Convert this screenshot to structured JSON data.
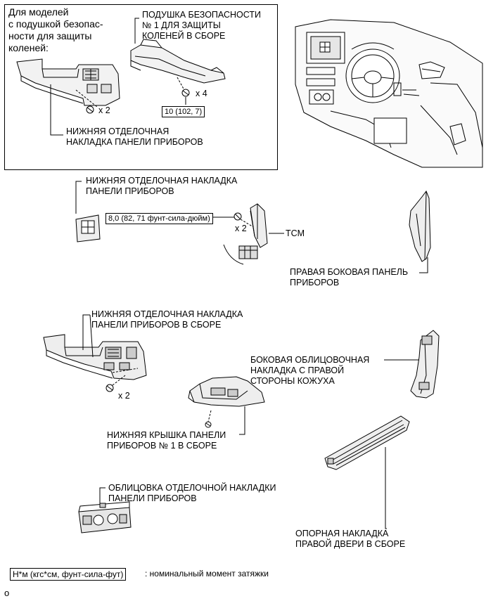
{
  "inset": {
    "models_note": [
      "Для моделей",
      "с подушкой безопас-",
      "ности для защиты",
      "коленей:"
    ],
    "airbag_label": [
      "ПОДУШКА БЕЗОПАСНОСТИ",
      "№ 1 ДЛЯ ЗАЩИТЫ",
      "КОЛЕНЕЙ В СБОРЕ"
    ],
    "qty_x4": "x 4",
    "qty_x2": "x 2",
    "torque_box": "10 (102, 7)",
    "lower_trim_label": [
      "НИЖНЯЯ ОТДЕЛОЧНАЯ",
      "НАКЛАДКА ПАНЕЛИ ПРИБОРОВ"
    ]
  },
  "parts": {
    "lower_trim_panel": [
      "НИЖНЯЯ ОТДЕЛОЧНАЯ НАКЛАДКА",
      "ПАНЕЛИ ПРИБОРОВ"
    ],
    "torque_box_8": "8,0 (82, 71 фунт-сила-дюйм)",
    "qty_x2_tcm": "x 2",
    "tcm": "TCM",
    "right_side_panel": [
      "ПРАВАЯ БОКОВАЯ ПАНЕЛЬ",
      "ПРИБОРОВ"
    ],
    "lower_trim_assy": [
      "НИЖНЯЯ ОТДЕЛОЧНАЯ НАКЛАДКА",
      "ПАНЕЛИ ПРИБОРОВ В СБОРЕ"
    ],
    "qty_x2_assy": "x 2",
    "side_cowl_trim": [
      "БОКОВАЯ ОБЛИЦОВОЧНАЯ",
      "НАКЛАДКА С ПРАВОЙ",
      "СТОРОНЫ КОЖУХА"
    ],
    "lower_cover_no1": [
      "НИЖНЯЯ КРЫШКА ПАНЕЛИ",
      "ПРИБОРОВ № 1 В СБОРЕ"
    ],
    "finish_panel_garnish": [
      "ОБЛИЦОВКА ОТДЕЛОЧНОЙ НАКЛАДКИ",
      "ПАНЕЛИ ПРИБОРОВ"
    ],
    "door_scuff_plate": [
      "ОПОРНАЯ НАКЛАДКА",
      "ПРАВОЙ ДВЕРИ В СБОРЕ"
    ]
  },
  "legend": {
    "unit_box": "Н*м (кгс*см, фунт-сила-фут)",
    "description": ": номинальный момент затяжки"
  },
  "footer_mark": "o"
}
